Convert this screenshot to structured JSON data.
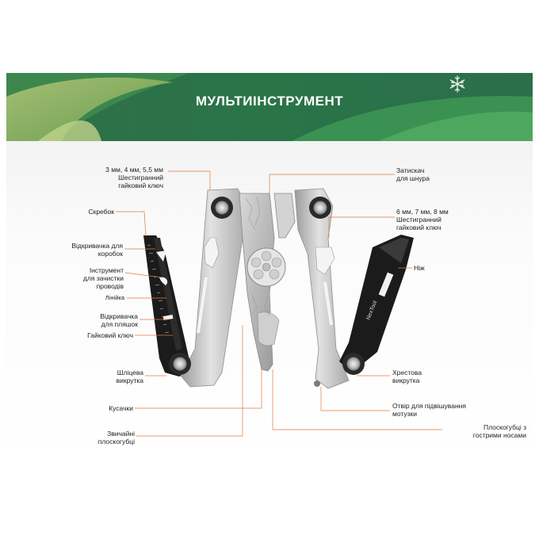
{
  "title": "МУЛЬТИІНСТРУМЕНТ",
  "tool_engraving": "NexTool",
  "colors": {
    "banner_green": "#2e7a4a",
    "banner_dark": "#1f5a3a",
    "leader_orange": "#e07a3a",
    "tool_steel": "#c9c9c9",
    "tool_black": "#1b1b1b"
  },
  "labels": {
    "hex_small": [
      "3 мм, 4 мм, 5,5 мм",
      "Шестигранний",
      "гайковий ключ"
    ],
    "scraper": [
      "Скребок"
    ],
    "box_opener": [
      "Відкривачка для",
      "коробок"
    ],
    "wire_stripper": [
      "Інструмент",
      "для зачистки",
      "проводів"
    ],
    "ruler": [
      "Лінійка"
    ],
    "bottle_opener": [
      "Відкривачка",
      "для пляшок"
    ],
    "wrench": [
      "Гайковий ключ"
    ],
    "slot_screwdriver": [
      "Шліцева",
      "викрутка"
    ],
    "cutters": [
      "Кусачки"
    ],
    "regular_pliers": [
      "Звичайні",
      "плоскогубці"
    ],
    "cord_clamp": [
      "Затискач",
      "для шнура"
    ],
    "hex_large": [
      "6 мм, 7 мм, 8 мм",
      "Шестигранний",
      "гайковий ключ"
    ],
    "knife": [
      "Ніж"
    ],
    "phillips_screwdriver": [
      "Хрестова",
      "викрутка"
    ],
    "lanyard_hole": [
      "Отвір для підвішування",
      "мотузки"
    ],
    "needle_nose_pliers": [
      "Плоскогубці з",
      "гострими носами"
    ]
  }
}
